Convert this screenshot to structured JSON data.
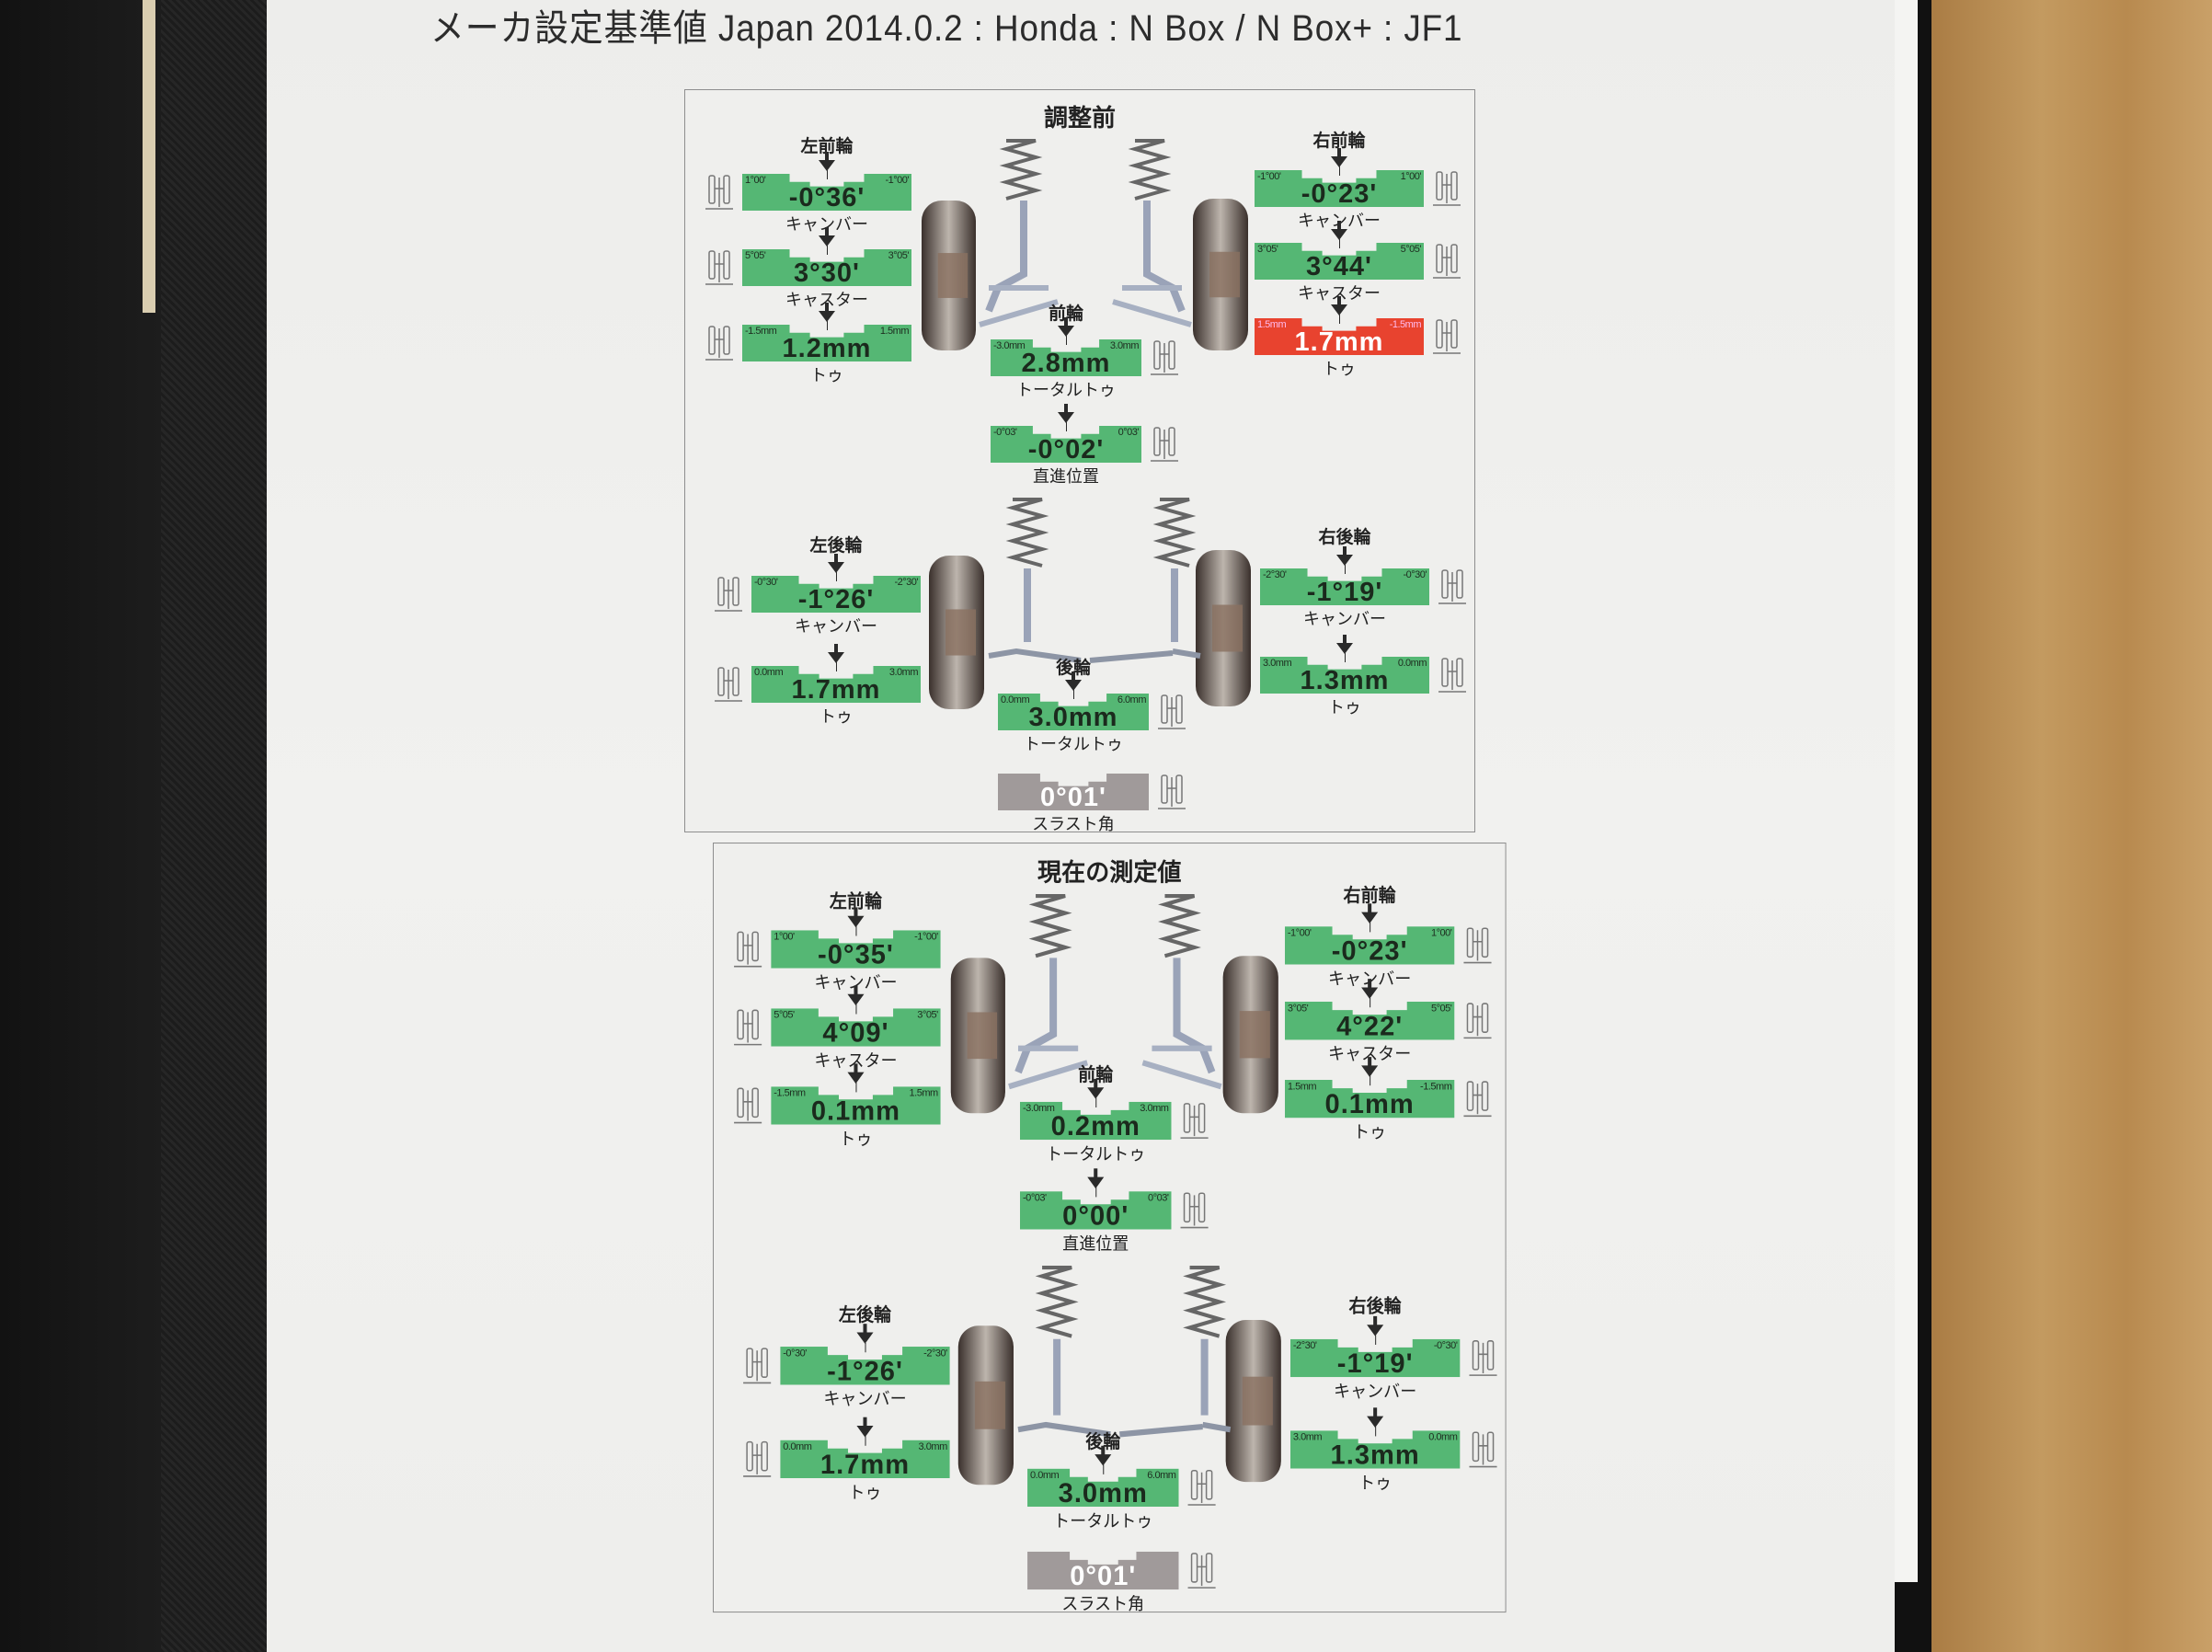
{
  "header": {
    "title": "メーカ設定基準値 Japan 2014.0.2 : Honda : N Box / N Box+ : JF1"
  },
  "colors": {
    "ok": "#55b774",
    "out": "#e8432f",
    "neutral": "#a09a9a"
  },
  "panels": [
    {
      "title": "調整前",
      "front_left": {
        "label": "左前輪",
        "camber": {
          "min": "1°00'",
          "max": "-1°00'",
          "value": "-0°36'",
          "label": "キャンバー",
          "status": "ok"
        },
        "caster": {
          "min": "5°05'",
          "max": "3°05'",
          "value": "3°30'",
          "label": "キャスター",
          "status": "ok"
        },
        "toe": {
          "min": "-1.5mm",
          "max": "1.5mm",
          "value": "1.2mm",
          "label": "トゥ",
          "status": "ok"
        }
      },
      "front_right": {
        "label": "右前輪",
        "camber": {
          "min": "-1°00'",
          "max": "1°00'",
          "value": "-0°23'",
          "label": "キャンバー",
          "status": "ok"
        },
        "caster": {
          "min": "3°05'",
          "max": "5°05'",
          "value": "3°44'",
          "label": "キャスター",
          "status": "ok"
        },
        "toe": {
          "min": "1.5mm",
          "max": "-1.5mm",
          "value": "1.7mm",
          "label": "トゥ",
          "status": "out"
        }
      },
      "front_total": {
        "label": "前輪",
        "total_toe": {
          "min": "-3.0mm",
          "max": "3.0mm",
          "value": "2.8mm",
          "label": "トータルトゥ",
          "status": "ok"
        },
        "straight": {
          "min": "-0°03'",
          "max": "0°03'",
          "value": "-0°02'",
          "label": "直進位置",
          "status": "ok"
        }
      },
      "rear_left": {
        "label": "左後輪",
        "camber": {
          "min": "-0°30'",
          "max": "-2°30'",
          "value": "-1°26'",
          "label": "キャンバー",
          "status": "ok"
        },
        "toe": {
          "min": "0.0mm",
          "max": "3.0mm",
          "value": "1.7mm",
          "label": "トゥ",
          "status": "ok"
        }
      },
      "rear_right": {
        "label": "右後輪",
        "camber": {
          "min": "-2°30'",
          "max": "-0°30'",
          "value": "-1°19'",
          "label": "キャンバー",
          "status": "ok"
        },
        "toe": {
          "min": "3.0mm",
          "max": "0.0mm",
          "value": "1.3mm",
          "label": "トゥ",
          "status": "ok"
        }
      },
      "rear_total": {
        "label": "後輪",
        "total_toe": {
          "min": "0.0mm",
          "max": "6.0mm",
          "value": "3.0mm",
          "label": "トータルトゥ",
          "status": "ok"
        },
        "thrust": {
          "value": "0°01'",
          "label": "スラスト角",
          "status": "neutral"
        }
      }
    },
    {
      "title": "現在の測定値",
      "front_left": {
        "label": "左前輪",
        "camber": {
          "min": "1°00'",
          "max": "-1°00'",
          "value": "-0°35'",
          "label": "キャンバー",
          "status": "ok"
        },
        "caster": {
          "min": "5°05'",
          "max": "3°05'",
          "value": "4°09'",
          "label": "キャスター",
          "status": "ok"
        },
        "toe": {
          "min": "-1.5mm",
          "max": "1.5mm",
          "value": "0.1mm",
          "label": "トゥ",
          "status": "ok"
        }
      },
      "front_right": {
        "label": "右前輪",
        "camber": {
          "min": "-1°00'",
          "max": "1°00'",
          "value": "-0°23'",
          "label": "キャンバー",
          "status": "ok"
        },
        "caster": {
          "min": "3°05'",
          "max": "5°05'",
          "value": "4°22'",
          "label": "キャスター",
          "status": "ok"
        },
        "toe": {
          "min": "1.5mm",
          "max": "-1.5mm",
          "value": "0.1mm",
          "label": "トゥ",
          "status": "ok"
        }
      },
      "front_total": {
        "label": "前輪",
        "total_toe": {
          "min": "-3.0mm",
          "max": "3.0mm",
          "value": "0.2mm",
          "label": "トータルトゥ",
          "status": "ok"
        },
        "straight": {
          "min": "-0°03'",
          "max": "0°03'",
          "value": "0°00'",
          "label": "直進位置",
          "status": "ok"
        }
      },
      "rear_left": {
        "label": "左後輪",
        "camber": {
          "min": "-0°30'",
          "max": "-2°30'",
          "value": "-1°26'",
          "label": "キャンバー",
          "status": "ok"
        },
        "toe": {
          "min": "0.0mm",
          "max": "3.0mm",
          "value": "1.7mm",
          "label": "トゥ",
          "status": "ok"
        }
      },
      "rear_right": {
        "label": "右後輪",
        "camber": {
          "min": "-2°30'",
          "max": "-0°30'",
          "value": "-1°19'",
          "label": "キャンバー",
          "status": "ok"
        },
        "toe": {
          "min": "3.0mm",
          "max": "0.0mm",
          "value": "1.3mm",
          "label": "トゥ",
          "status": "ok"
        }
      },
      "rear_total": {
        "label": "後輪",
        "total_toe": {
          "min": "0.0mm",
          "max": "6.0mm",
          "value": "3.0mm",
          "label": "トータルトゥ",
          "status": "ok"
        },
        "thrust": {
          "value": "0°01'",
          "label": "スラスト角",
          "status": "neutral"
        }
      }
    }
  ]
}
